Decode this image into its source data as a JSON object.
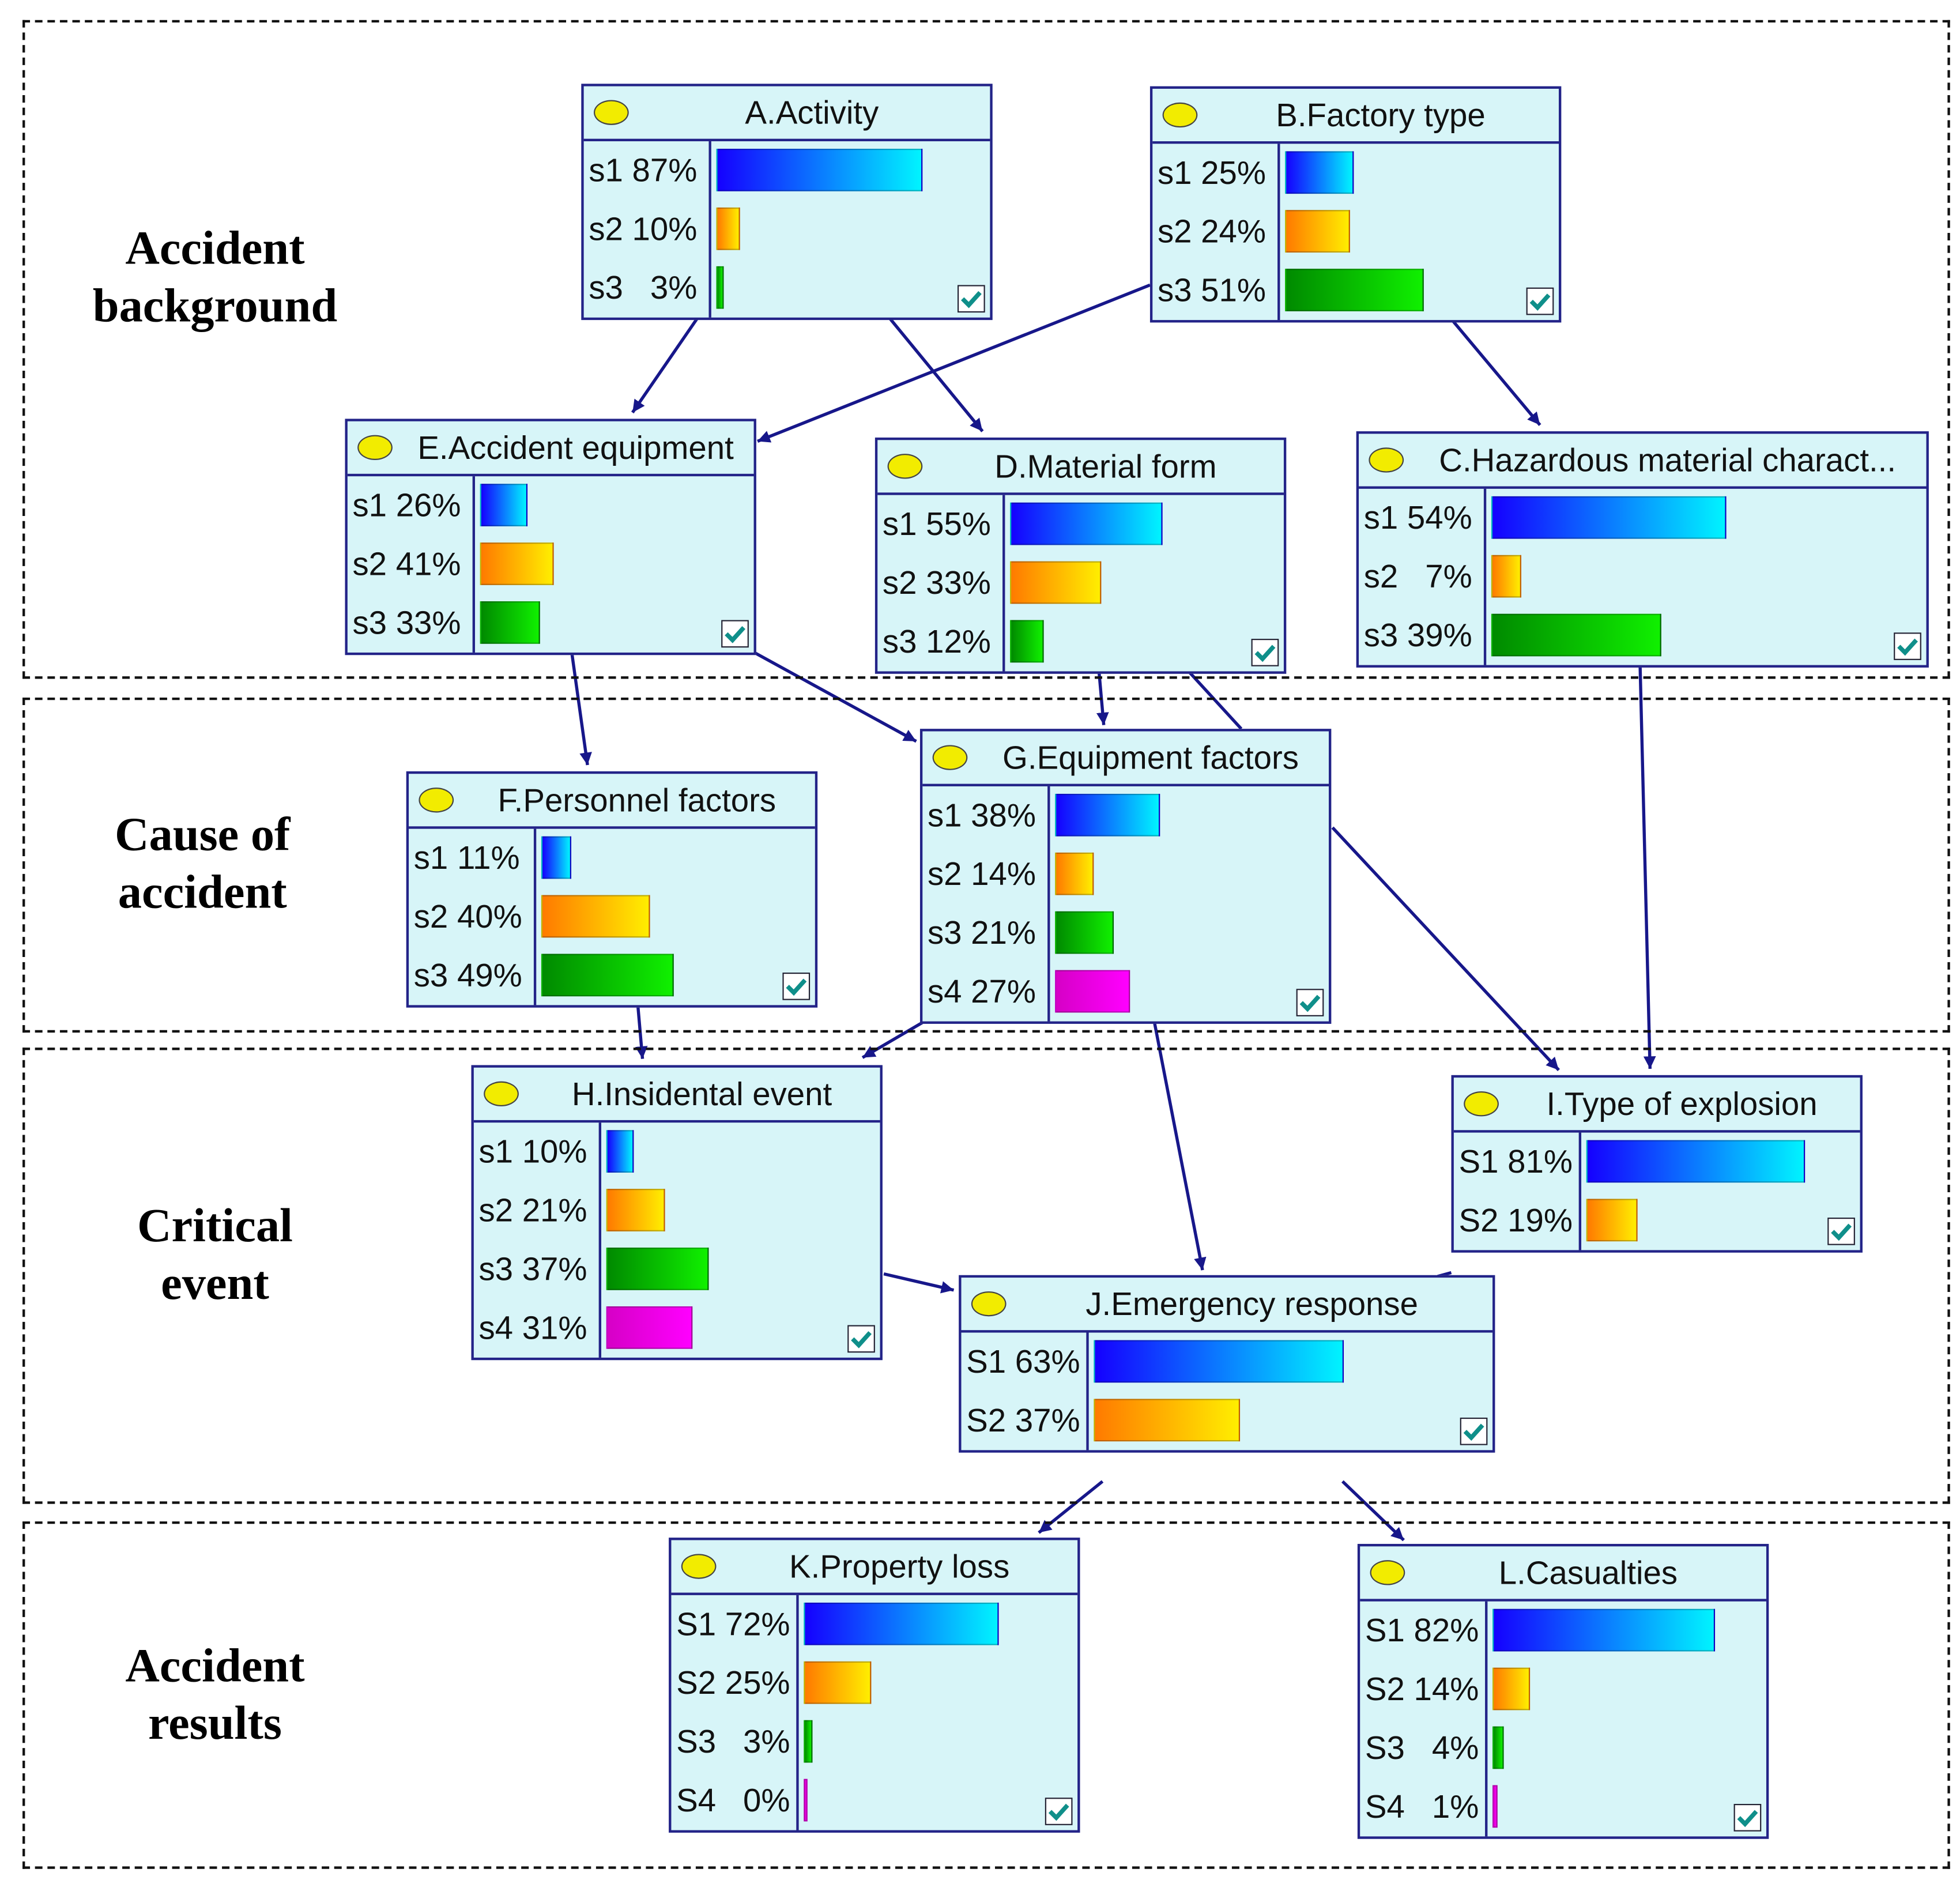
{
  "zones": [
    {
      "id": "zone-background",
      "lines": [
        "Accident",
        "background"
      ]
    },
    {
      "id": "zone-cause",
      "lines": [
        "Cause of",
        "accident"
      ]
    },
    {
      "id": "zone-critical",
      "lines": [
        "Critical",
        "event"
      ]
    },
    {
      "id": "zone-results",
      "lines": [
        "Accident",
        "results"
      ]
    }
  ],
  "nodes": [
    {
      "id": "A",
      "title": "A.Activity",
      "states": [
        {
          "label": "s1 87%",
          "value": 87
        },
        {
          "label": "s2 10%",
          "value": 10
        },
        {
          "label": "s3   3%",
          "value": 3
        }
      ]
    },
    {
      "id": "B",
      "title": "B.Factory type",
      "states": [
        {
          "label": "s1 25%",
          "value": 25
        },
        {
          "label": "s2 24%",
          "value": 24
        },
        {
          "label": "s3 51%",
          "value": 51
        }
      ]
    },
    {
      "id": "E",
      "title": "E.Accident equipment",
      "states": [
        {
          "label": "s1 26%",
          "value": 26
        },
        {
          "label": "s2 41%",
          "value": 41
        },
        {
          "label": "s3 33%",
          "value": 33
        }
      ]
    },
    {
      "id": "D",
      "title": "D.Material form",
      "states": [
        {
          "label": "s1 55%",
          "value": 55
        },
        {
          "label": "s2 33%",
          "value": 33
        },
        {
          "label": "s3 12%",
          "value": 12
        }
      ]
    },
    {
      "id": "C",
      "title": "C.Hazardous material charact...",
      "states": [
        {
          "label": "s1 54%",
          "value": 54
        },
        {
          "label": "s2   7%",
          "value": 7
        },
        {
          "label": "s3 39%",
          "value": 39
        }
      ]
    },
    {
      "id": "F",
      "title": "F.Personnel factors",
      "states": [
        {
          "label": "s1 11%",
          "value": 11
        },
        {
          "label": "s2 40%",
          "value": 40
        },
        {
          "label": "s3 49%",
          "value": 49
        }
      ]
    },
    {
      "id": "G",
      "title": "G.Equipment factors",
      "states": [
        {
          "label": "s1 38%",
          "value": 38
        },
        {
          "label": "s2 14%",
          "value": 14
        },
        {
          "label": "s3 21%",
          "value": 21
        },
        {
          "label": "s4 27%",
          "value": 27
        }
      ]
    },
    {
      "id": "H",
      "title": "H.Insidental event",
      "states": [
        {
          "label": "s1 10%",
          "value": 10
        },
        {
          "label": "s2 21%",
          "value": 21
        },
        {
          "label": "s3 37%",
          "value": 37
        },
        {
          "label": "s4 31%",
          "value": 31
        }
      ]
    },
    {
      "id": "I",
      "title": "I.Type of explosion",
      "states": [
        {
          "label": "S1 81%",
          "value": 81
        },
        {
          "label": "S2 19%",
          "value": 19
        }
      ]
    },
    {
      "id": "J",
      "title": "J.Emergency response",
      "states": [
        {
          "label": "S1 63%",
          "value": 63
        },
        {
          "label": "S2 37%",
          "value": 37
        }
      ]
    },
    {
      "id": "K",
      "title": "K.Property loss",
      "states": [
        {
          "label": "S1 72%",
          "value": 72
        },
        {
          "label": "S2 25%",
          "value": 25
        },
        {
          "label": "S3   3%",
          "value": 3
        },
        {
          "label": "S4   0%",
          "value": 0
        }
      ]
    },
    {
      "id": "L",
      "title": "L.Casualties",
      "states": [
        {
          "label": "S1 82%",
          "value": 82
        },
        {
          "label": "S2 14%",
          "value": 14
        },
        {
          "label": "S3   4%",
          "value": 4
        },
        {
          "label": "S4   1%",
          "value": 1
        }
      ]
    }
  ],
  "edges": [
    {
      "from": "A",
      "to": "E"
    },
    {
      "from": "A",
      "to": "D"
    },
    {
      "from": "B",
      "to": "E"
    },
    {
      "from": "B",
      "to": "C"
    },
    {
      "from": "E",
      "to": "F"
    },
    {
      "from": "E",
      "to": "G"
    },
    {
      "from": "D",
      "to": "G"
    },
    {
      "from": "D",
      "to": "I"
    },
    {
      "from": "C",
      "to": "I"
    },
    {
      "from": "F",
      "to": "H"
    },
    {
      "from": "G",
      "to": "H"
    },
    {
      "from": "G",
      "to": "I"
    },
    {
      "from": "G",
      "to": "J"
    },
    {
      "from": "H",
      "to": "J"
    },
    {
      "from": "I",
      "to": "J"
    },
    {
      "from": "J",
      "to": "K"
    },
    {
      "from": "J",
      "to": "L"
    }
  ],
  "colors": {
    "node_fill": "#d7f5f8",
    "node_border": "#232388",
    "edge": "#17178a",
    "state_bars": [
      "blue-cyan",
      "orange-yellow",
      "green",
      "magenta"
    ]
  },
  "icons": {
    "node_status": "yellow-ellipse-icon",
    "node_check": "check-icon"
  }
}
